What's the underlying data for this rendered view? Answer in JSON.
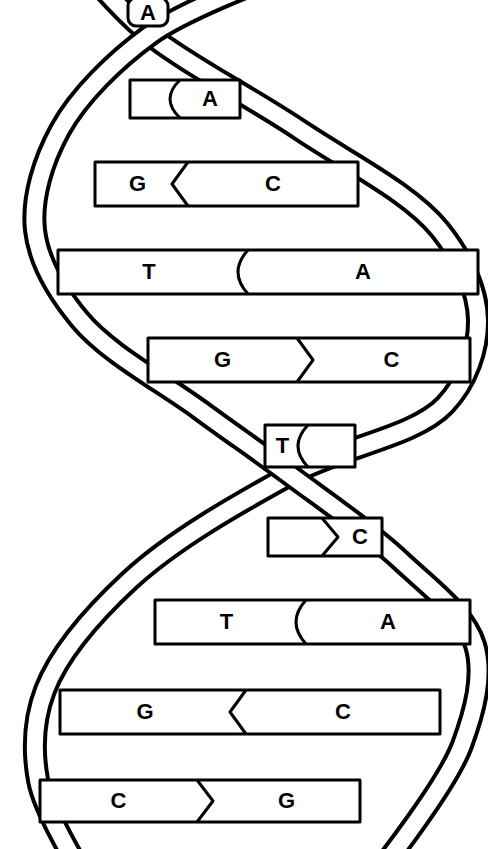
{
  "diagram": {
    "nodes": [
      {
        "text": [
          "A"
        ]
      },
      {
        "text": [
          "A"
        ]
      },
      {
        "text": [
          "G"
        ]
      },
      {
        "text": [
          "C"
        ]
      },
      {
        "text": [
          "T"
        ]
      },
      {
        "text": [
          "A"
        ]
      },
      {
        "text": [
          "G"
        ]
      },
      {
        "text": [
          "C"
        ]
      },
      {
        "text": [
          "T"
        ]
      },
      {
        "text": [
          "C"
        ]
      },
      {
        "text": [
          "T"
        ]
      },
      {
        "text": [
          "A"
        ]
      },
      {
        "text": [
          "G"
        ]
      },
      {
        "text": [
          "C"
        ]
      },
      {
        "text": [
          "C"
        ]
      },
      {
        "text": [
          "G"
        ]
      }
    ]
  }
}
